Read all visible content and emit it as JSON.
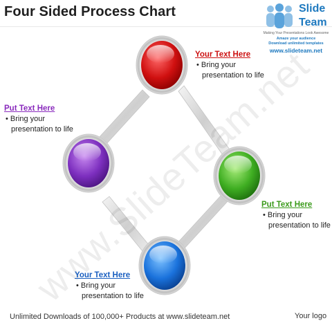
{
  "title": "Four Sided Process Chart",
  "logo": {
    "word1": "Slide",
    "word2": "Team",
    "tagline": "Making Your Presentations Look Awesome",
    "line1": "Amaze your audience",
    "line2": "Download unlimited templates",
    "url": "www.slideteam.net"
  },
  "watermark": "www.SlideTeam.net",
  "nodes": [
    {
      "id": "top",
      "color": "#cc1111",
      "heading": "Your Text Here",
      "heading_color": "#cc1111",
      "bullet": "Bring your presentation to life"
    },
    {
      "id": "left",
      "color": "#7a2ab8",
      "heading": "Put Text Here",
      "heading_color": "#8a2bbd",
      "bullet": "Bring your presentation to life"
    },
    {
      "id": "right",
      "color": "#3aa81f",
      "heading": "Put Text Here",
      "heading_color": "#3a9a1a",
      "bullet": "Bring your presentation to life"
    },
    {
      "id": "bottom",
      "color": "#1a6fd6",
      "heading": "Your Text Here",
      "heading_color": "#1a5fc0",
      "bullet": "Bring your presentation to life"
    }
  ],
  "footer": "Unlimited Downloads of 100,000+ Products at www.slideteam.net",
  "your_logo": "Your logo"
}
